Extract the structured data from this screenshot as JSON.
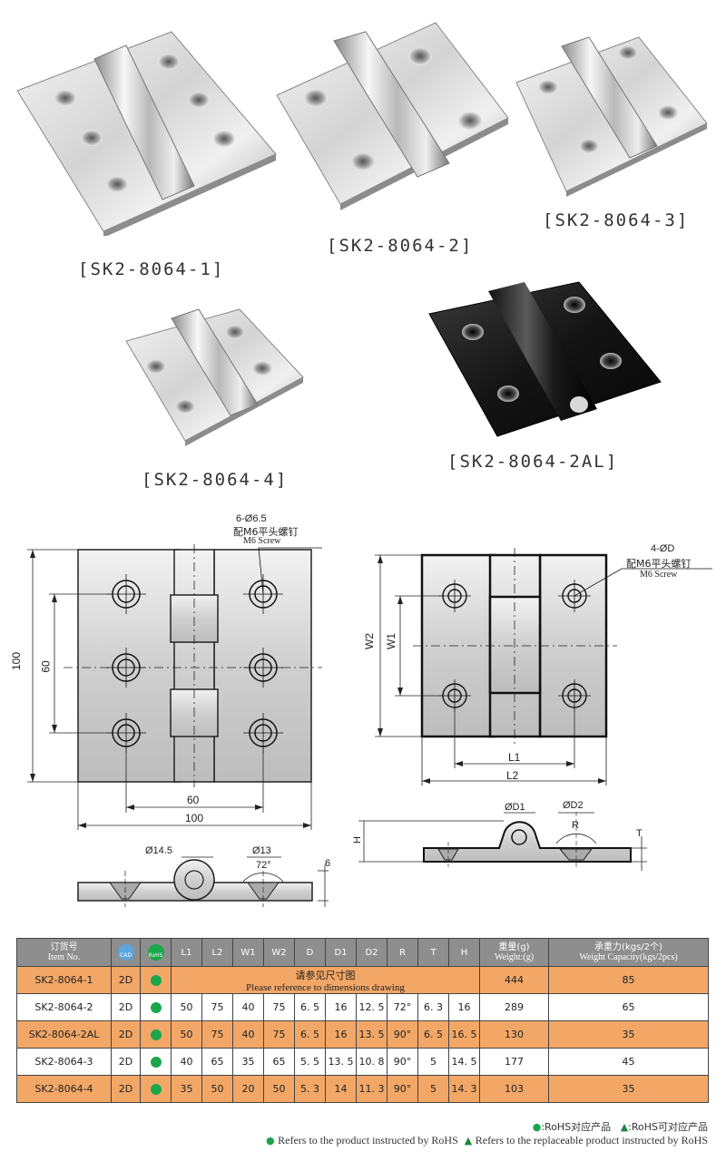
{
  "products": [
    {
      "label": "[SK2-8064-1]"
    },
    {
      "label": "[SK2-8064-2]"
    },
    {
      "label": "[SK2-8064-3]"
    },
    {
      "label": "[SK2-8064-4]"
    },
    {
      "label": "[SK2-8064-2AL]"
    }
  ],
  "drawing_left": {
    "hole_spec": "6-Ø6.5",
    "screw_cn": "配M6平头螺钉",
    "screw_en": "M6 Screw",
    "dim_height": "100",
    "dim_inner_height": "60",
    "dim_inner_width": "60",
    "dim_width": "100",
    "dia_outer": "Ø14.5",
    "dia_inner": "Ø13",
    "angle": "72°",
    "thickness": "6"
  },
  "drawing_right": {
    "hole_spec": "4-ØD",
    "screw_cn": "配M6平头螺钉",
    "screw_en": "M6 Screw",
    "w2": "W2",
    "w1": "W1",
    "l1": "L1",
    "l2": "L2",
    "d1": "ØD1",
    "d2": "ØD2",
    "r": "R",
    "t": "T",
    "h": "H"
  },
  "table": {
    "headers": {
      "item_cn": "订货号",
      "item_en": "Item No.",
      "cad": "CAD",
      "rohs": "RoHS",
      "l1": "L1",
      "l2": "L2",
      "w1": "W1",
      "w2": "W2",
      "d": "D",
      "d1": "D1",
      "d2": "D2",
      "r": "R",
      "t": "T",
      "h": "H",
      "weight_cn": "重量(g)",
      "weight_en": "Weight:(g)",
      "cap_cn": "承重力(kgs/2个)",
      "cap_en": "Weight Capacity(kgs/2pcs)"
    },
    "ref_cn": "请参见尺寸图",
    "ref_en": "Please reference to dimensions drawing",
    "rows": [
      {
        "item": "SK2-8064-1",
        "cad": "2D",
        "l1": "",
        "l2": "",
        "w1": "",
        "w2": "",
        "d": "",
        "d1": "",
        "d2": "",
        "r": "",
        "t": "",
        "h": "",
        "weight": "444",
        "capacity": "85"
      },
      {
        "item": "SK2-8064-2",
        "cad": "2D",
        "l1": "50",
        "l2": "75",
        "w1": "40",
        "w2": "75",
        "d": "6. 5",
        "d1": "16",
        "d2": "12. 5",
        "r": "72°",
        "t": "6. 3",
        "h": "16",
        "weight": "289",
        "capacity": "65"
      },
      {
        "item": "SK2-8064-2AL",
        "cad": "2D",
        "l1": "50",
        "l2": "75",
        "w1": "40",
        "w2": "75",
        "d": "6. 5",
        "d1": "16",
        "d2": "13. 5",
        "r": "90°",
        "t": "6. 5",
        "h": "16. 5",
        "weight": "130",
        "capacity": "35"
      },
      {
        "item": "SK2-8064-3",
        "cad": "2D",
        "l1": "40",
        "l2": "65",
        "w1": "35",
        "w2": "65",
        "d": "5. 5",
        "d1": "13. 5",
        "d2": "10. 8",
        "r": "90°",
        "t": "5",
        "h": "14. 5",
        "weight": "177",
        "capacity": "45"
      },
      {
        "item": "SK2-8064-4",
        "cad": "2D",
        "l1": "35",
        "l2": "50",
        "w1": "20",
        "w2": "50",
        "d": "5. 3",
        "d1": "14",
        "d2": "11. 3",
        "r": "90°",
        "t": "5",
        "h": "14. 3",
        "weight": "103",
        "capacity": "35"
      }
    ]
  },
  "legend": {
    "line1_a": ":RoHS对应产品",
    "line1_b": ":RoHS可对应产品",
    "line2_a": "Refers to the product instructed by RoHS",
    "line2_b": "Refers to the replaceable product instructed by RoHS"
  },
  "colors": {
    "row_highlight": "#f2a766",
    "header_gray": "#8e8e8e",
    "rohs_green": "#1aa64a",
    "cad_blue": "#5aa7e0"
  }
}
